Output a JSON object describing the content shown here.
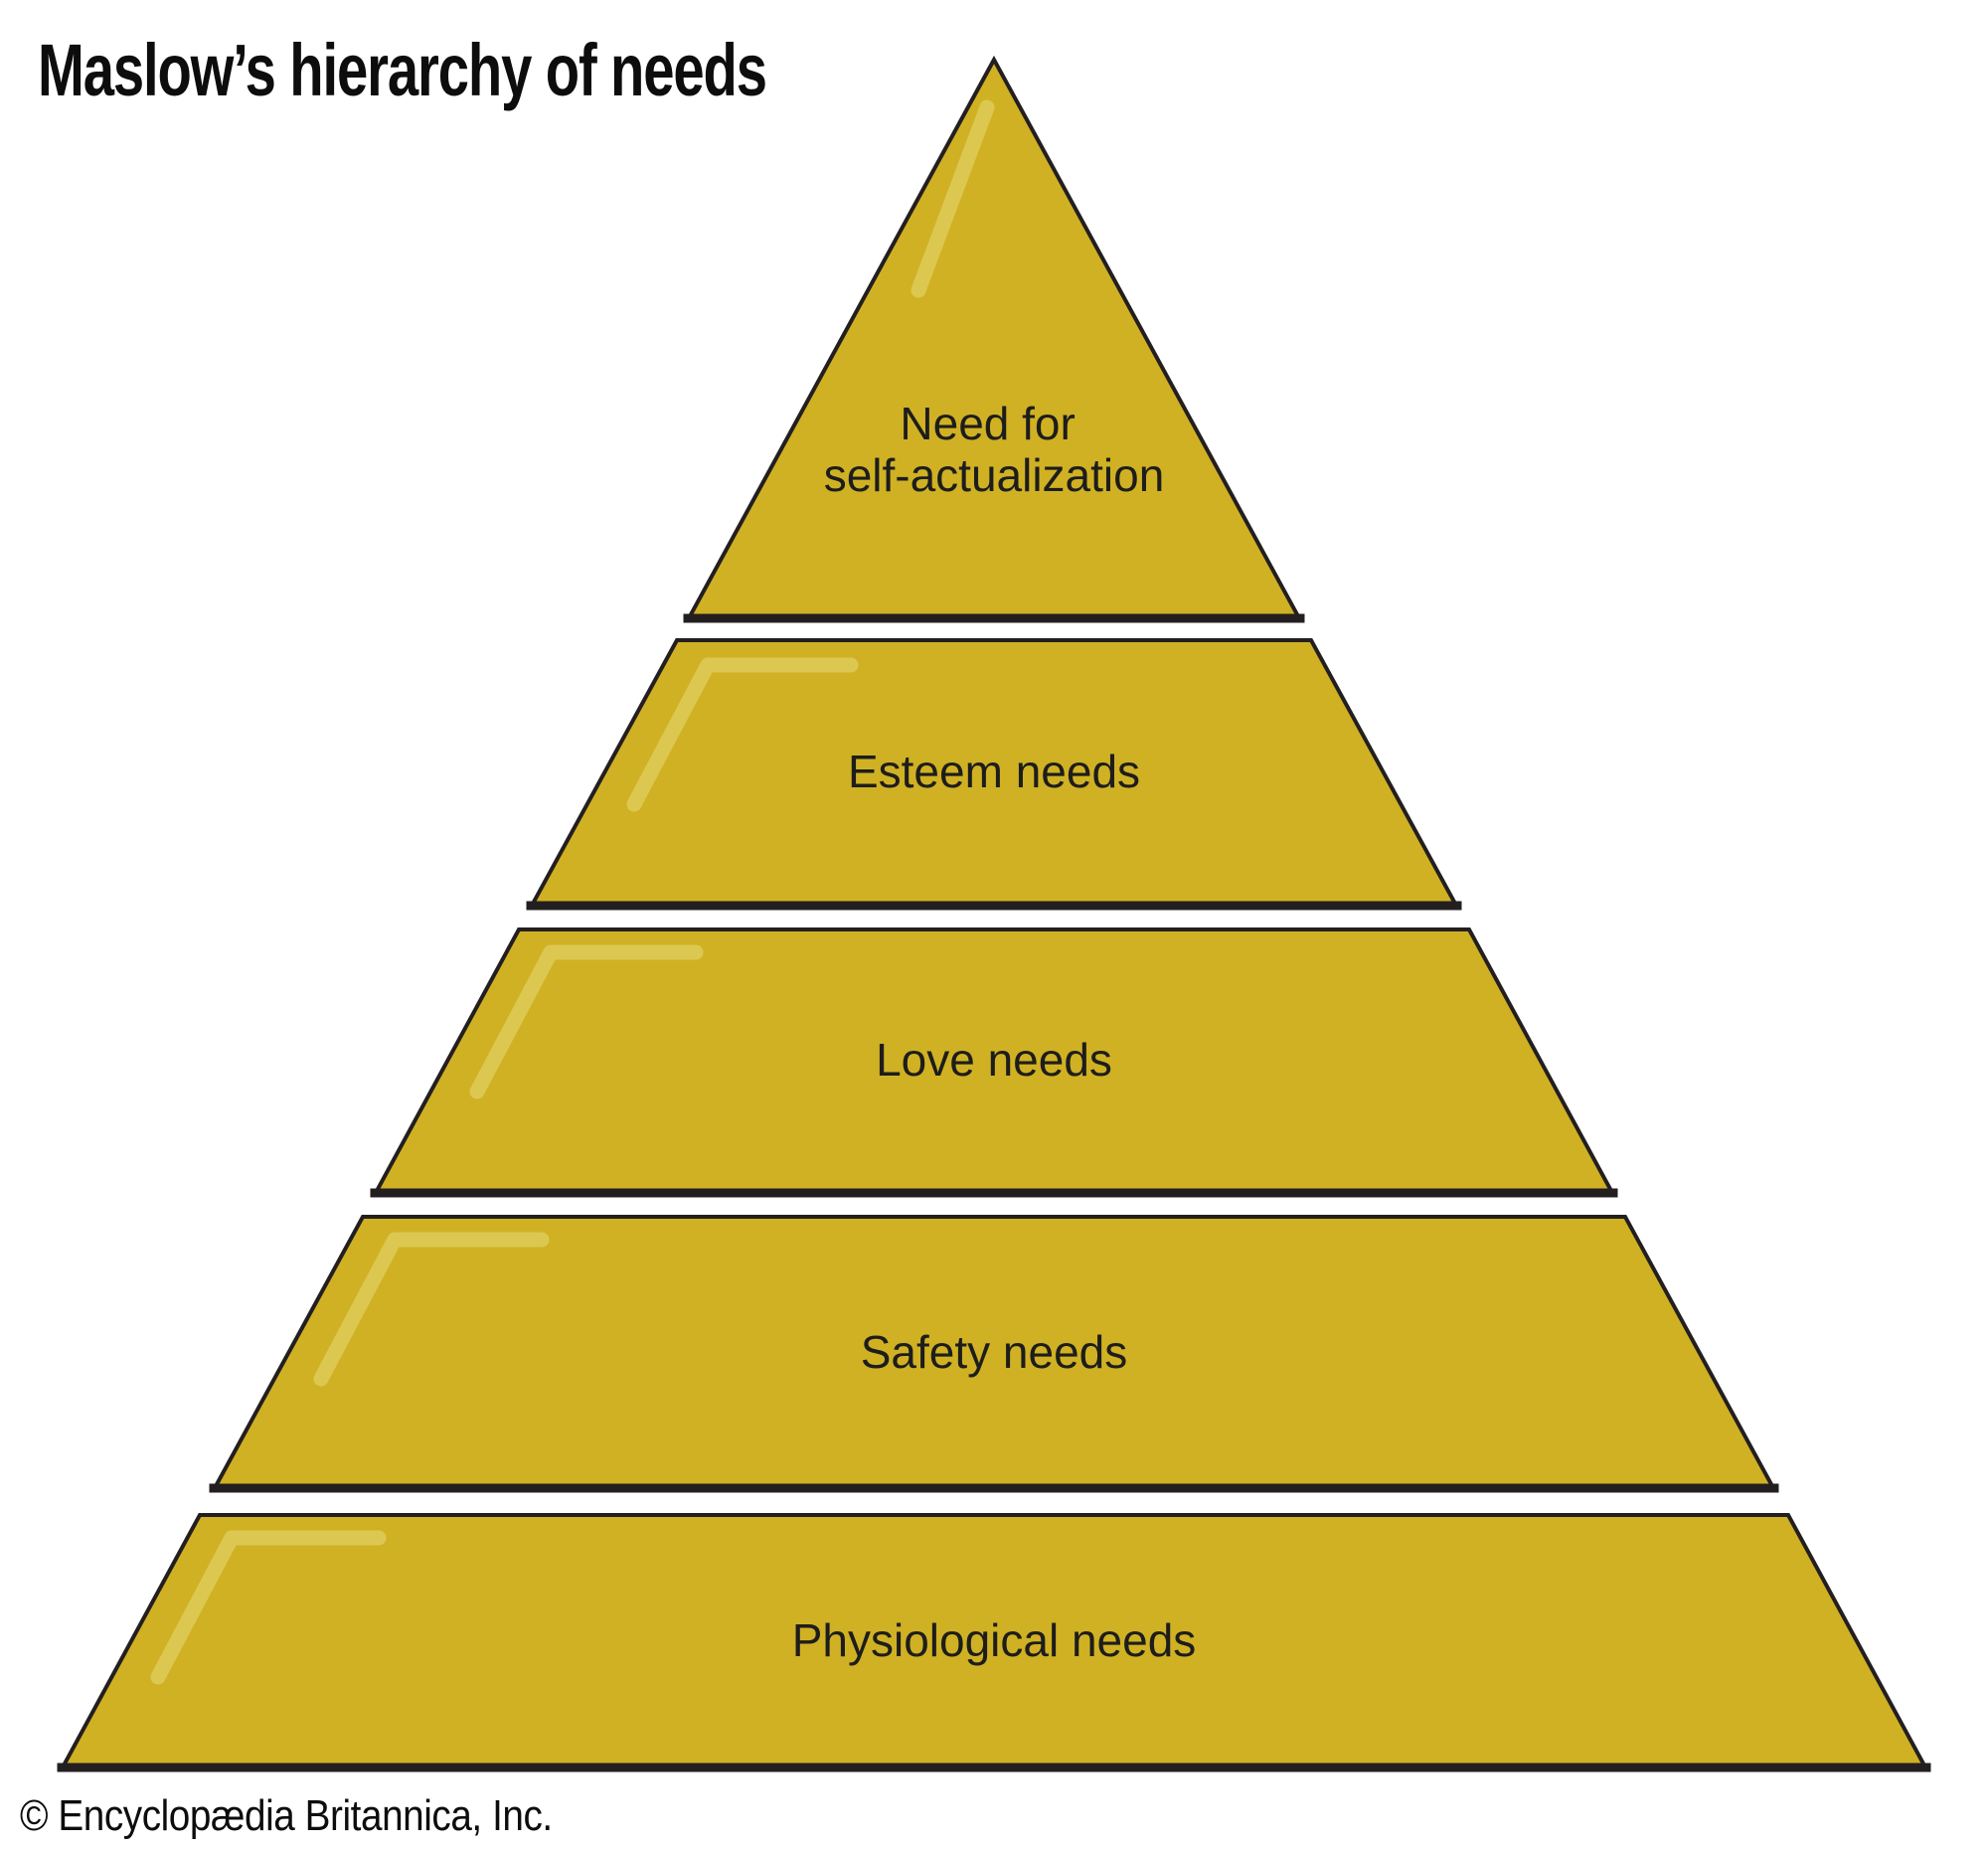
{
  "title": "Maslow’s hierarchy of needs",
  "copyright": "© Encyclopædia Britannica, Inc.",
  "colors": {
    "gold": "#d0b124",
    "outline": "#231f20",
    "highlight": "#dcc851",
    "text": "#1d1d1b",
    "background": "#ffffff"
  },
  "pyramid": {
    "levels": [
      {
        "id": "self-actualization",
        "lines": [
          "Need for",
          "self-actualization"
        ]
      },
      {
        "id": "esteem",
        "lines": [
          "Esteem needs"
        ]
      },
      {
        "id": "love",
        "lines": [
          "Love needs"
        ]
      },
      {
        "id": "safety",
        "lines": [
          "Safety needs"
        ]
      },
      {
        "id": "physiological",
        "lines": [
          "Physiological needs"
        ]
      }
    ]
  }
}
